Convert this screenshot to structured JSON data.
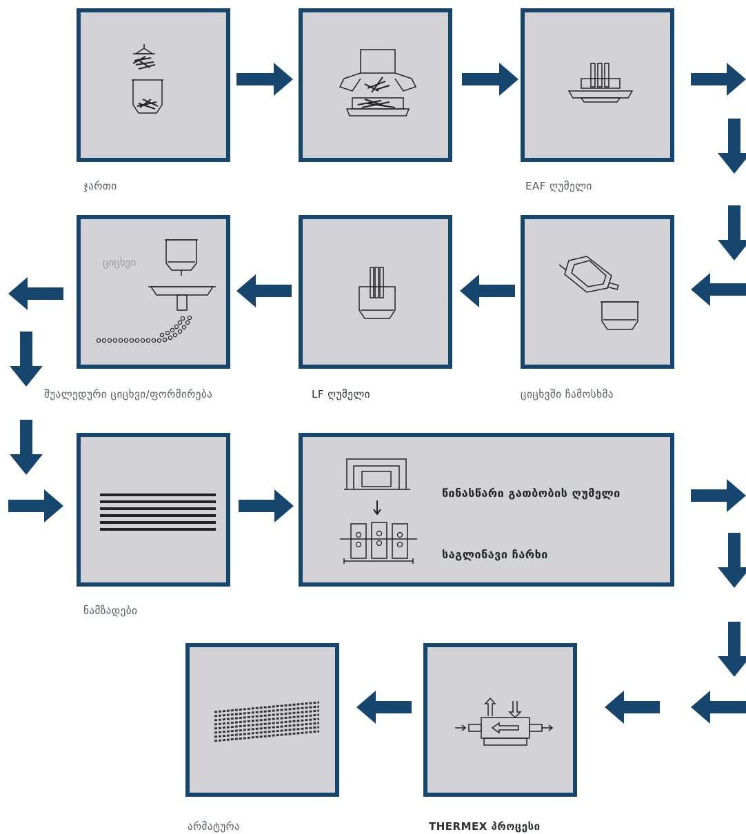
{
  "steps": {
    "scrap": {
      "label": "ჯართი",
      "icon": "scrap-loading-icon"
    },
    "charging": {
      "label": "",
      "icon": "scrap-charging-icon"
    },
    "eaf": {
      "label": "EAF ღუმელი",
      "icon": "electric-arc-furnace-icon"
    },
    "tapping": {
      "label": "ციცხვში ჩამოსხმა",
      "icon": "ladle-tapping-icon"
    },
    "lf": {
      "label": "LF ღუმელი",
      "icon": "ladle-furnace-icon"
    },
    "casting": {
      "label": "შუალედური ციცხვი/ფორმირება",
      "inner_text": "ციცხვი",
      "icon": "continuous-casting-icon"
    },
    "billets": {
      "label": "ნამზადები",
      "icon": "billets-icon"
    },
    "rolling": {
      "reheating_label": "წინასწარი გათბობის ღუმელი",
      "mill_label": "საგლინავი ჩარხი",
      "icon": "rolling-mill-icon"
    },
    "thermex": {
      "label": "THERMEX პროცესი",
      "icon": "thermex-process-icon"
    },
    "rebar": {
      "label": "არმატურა",
      "icon": "rebar-bundle-icon"
    }
  },
  "colors": {
    "border": "#16466e",
    "arrow": "#16466e",
    "panel": "#d3d3d5"
  }
}
